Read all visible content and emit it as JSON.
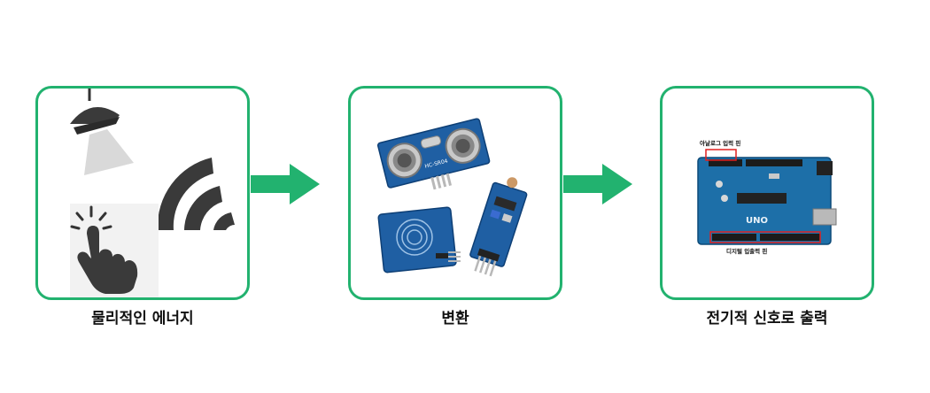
{
  "stages": [
    {
      "caption": "물리적인 에너지"
    },
    {
      "caption": "변환"
    },
    {
      "caption": "전기적 신호로 출력"
    }
  ],
  "sensors": {
    "ultrasonic_label": "HC-SR04"
  },
  "arduino": {
    "board_text": "UNO",
    "analog_pins_label": "아날로그 입력 핀",
    "digital_pins_label": "디지털 입출력 핀"
  },
  "colors": {
    "accent_green": "#22b26f",
    "icon_dark": "#3a3a3a",
    "board_blue": "#1d6fa8",
    "label_red": "#e02020"
  }
}
